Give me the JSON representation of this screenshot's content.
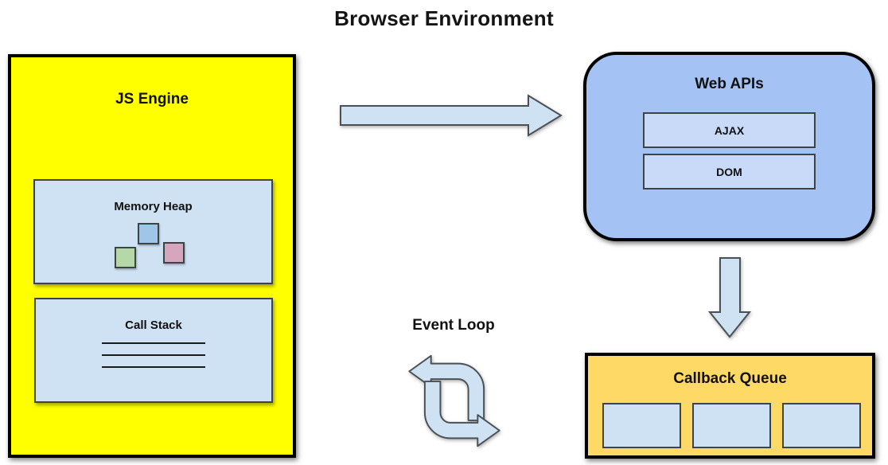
{
  "title": "Browser Environment",
  "diagram": {
    "js_engine": {
      "label": "JS Engine",
      "memory_heap": {
        "label": "Memory Heap",
        "objects": [
          {
            "name": "heap-object-blue",
            "color": "#9fc5e8"
          },
          {
            "name": "heap-object-green",
            "color": "#b6d7a8"
          },
          {
            "name": "heap-object-pink",
            "color": "#d5a6bd"
          }
        ]
      },
      "call_stack": {
        "label": "Call Stack",
        "frame_lines": 3
      }
    },
    "web_apis": {
      "label": "Web APIs",
      "items": [
        {
          "label": "AJAX"
        },
        {
          "label": "DOM"
        }
      ]
    },
    "event_loop": {
      "label": "Event Loop"
    },
    "callback_queue": {
      "label": "Callback Queue",
      "empty_slots": 3
    }
  },
  "colors": {
    "js_engine_fill": "#ffff00",
    "web_apis_fill": "#a4c2f4",
    "web_apis_item_fill": "#c9daf8",
    "callback_queue_fill": "#ffd966",
    "panel_fill": "#cfe2f3",
    "arrow_fill": "#cfe2f3",
    "border_black": "#000000",
    "border_gray": "#3d4448"
  }
}
